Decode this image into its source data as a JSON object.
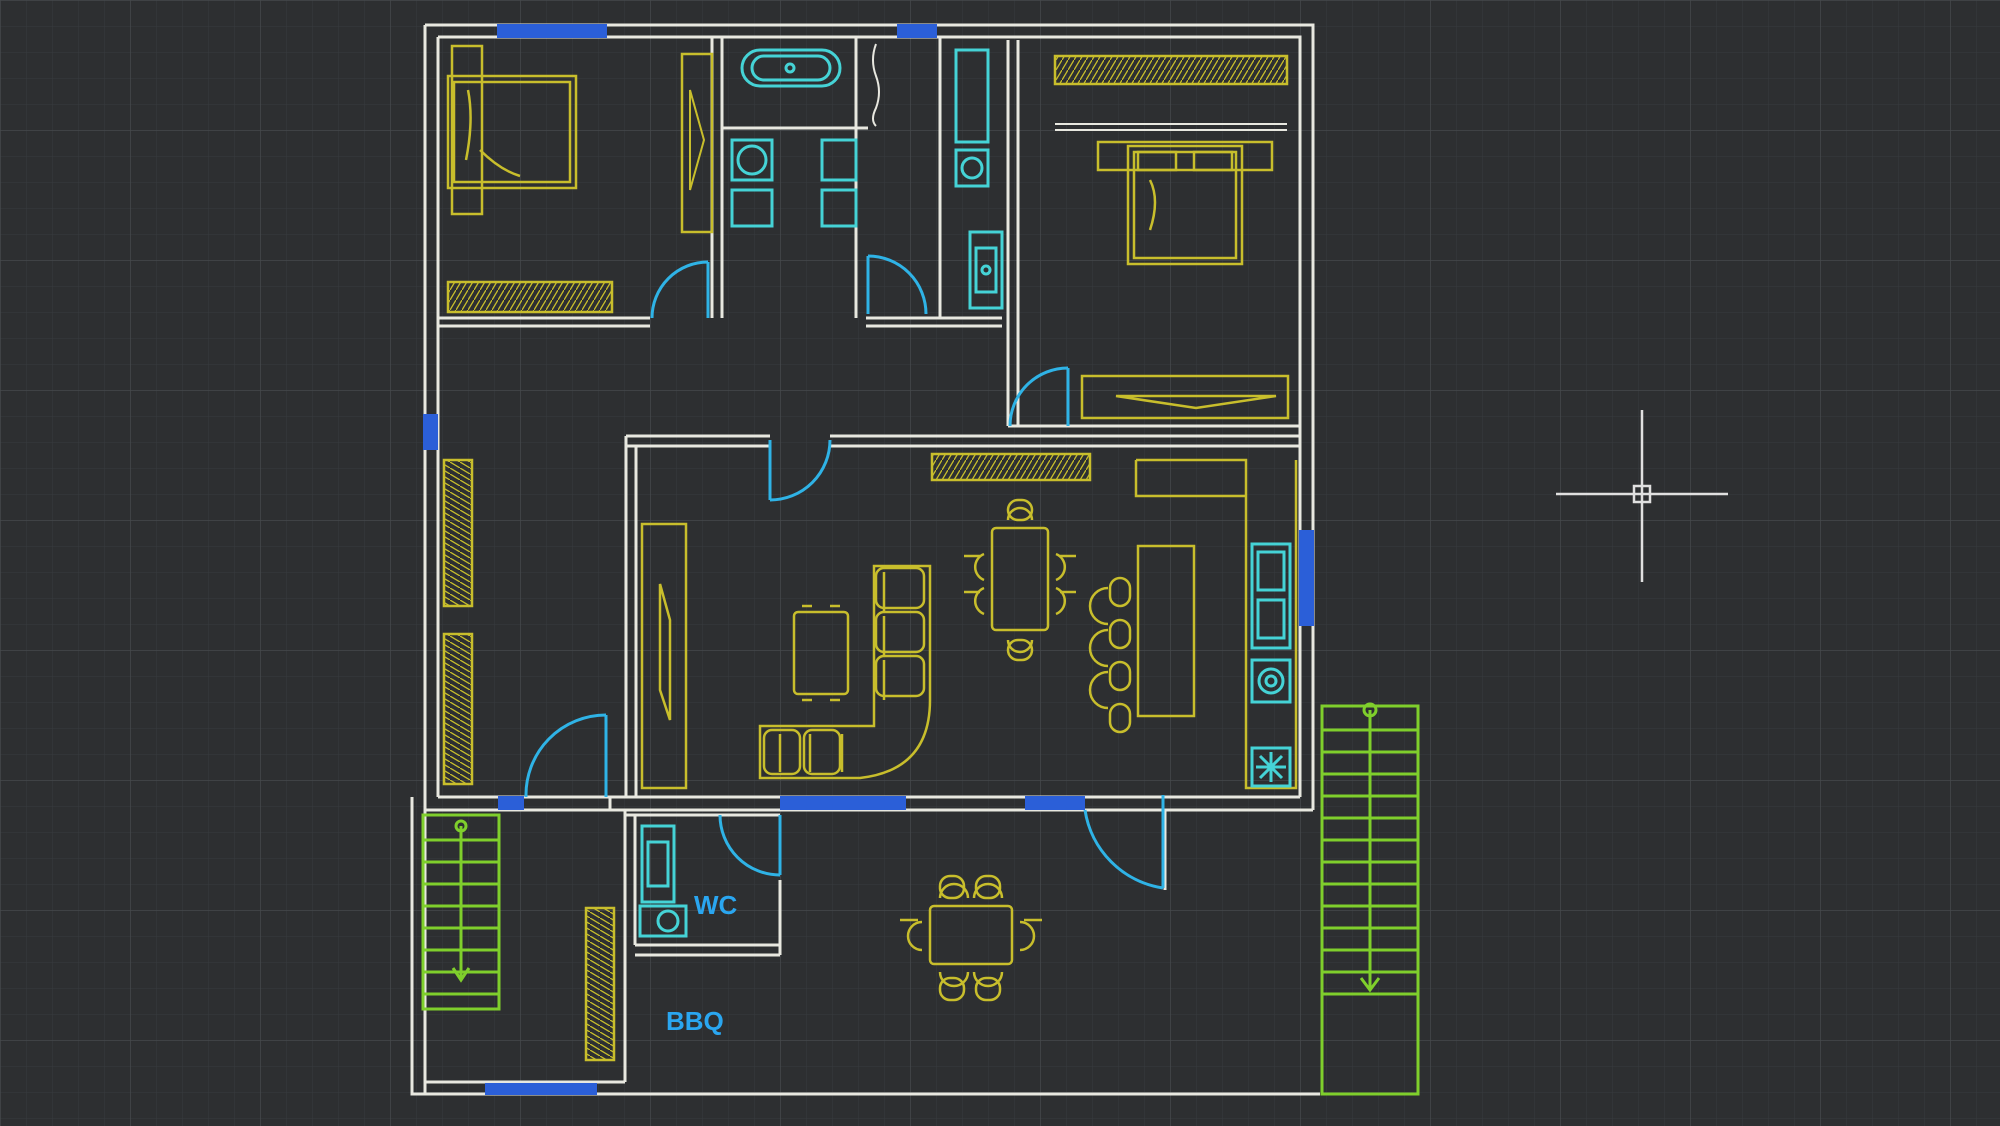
{
  "app": {
    "name": "",
    "view": "top"
  },
  "colors": {
    "background": "#2d2f31",
    "grid_minor": "#383b3e",
    "grid_major": "#45494c",
    "wall": "#e8e8e0",
    "furniture": "#c8be2c",
    "fixtures": "#45d3d6",
    "doors": "#2fb3e6",
    "windows": "#2b5fd8",
    "stairs": "#7fcf2c",
    "labels": "#2aa6f0",
    "crosshair": "#e0e0e0"
  },
  "icons": [
    "bed-icon",
    "wardrobe-icon",
    "bathtub-icon",
    "toilet-icon",
    "sink-icon",
    "shower-icon",
    "sofa-icon",
    "dining-table-icon",
    "stove-icon",
    "stairs-icon",
    "door-swing-icon",
    "crosshair-cursor-icon"
  ],
  "rooms": {
    "wc": {
      "label": "WC"
    },
    "bbq": {
      "label": "BBQ"
    }
  }
}
